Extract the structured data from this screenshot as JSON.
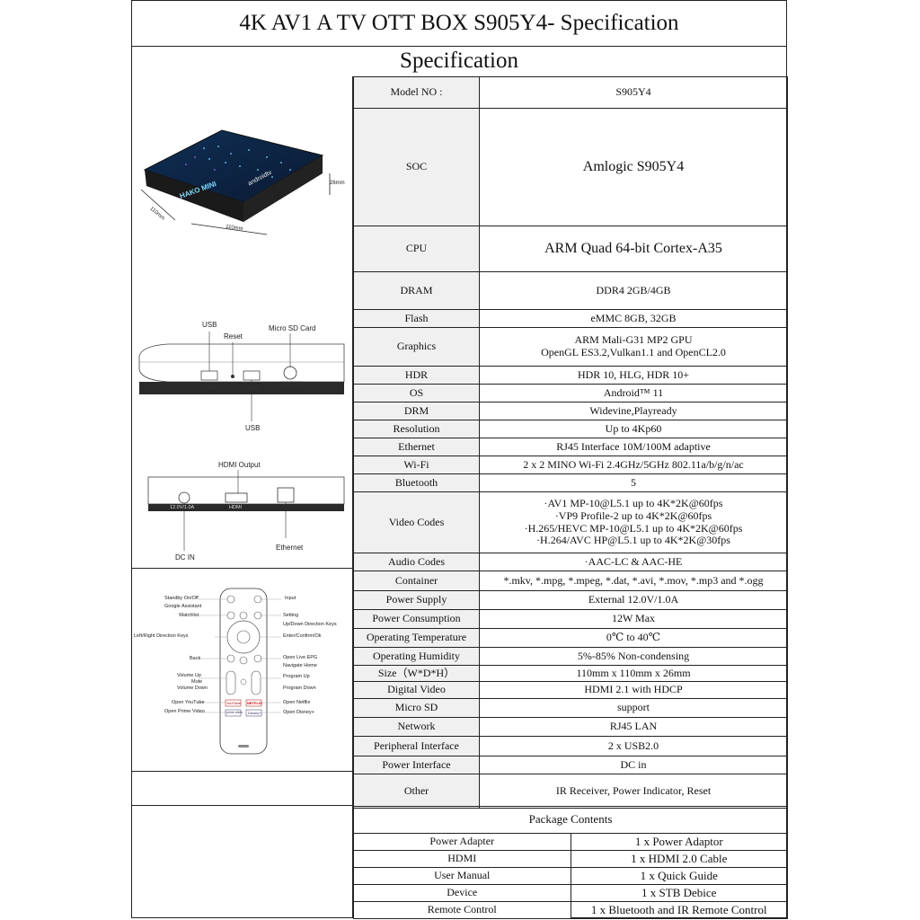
{
  "title": "4K AV1 A TV OTT BOX S905Y4- Specification",
  "subtitle": "Specification",
  "product_image": {
    "brand": "HAKO MINI",
    "logo": "androidtv",
    "dim_height": "26mm",
    "dim_depth": "110mm",
    "dim_width": "110mm"
  },
  "side_panel": {
    "usb_top": "USB",
    "reset": "Reset",
    "micro_sd_card": "Micro SD Card",
    "usb_bottom": "USB",
    "port_usb1": "USB",
    "port_usb2": "USB",
    "port_sd": "Micro SD"
  },
  "back_panel": {
    "hdmi_output": "HDMI Output",
    "dc_in": "DC IN",
    "ethernet": "Ethernet",
    "port_dc": "12.0V/1.0A",
    "port_hdmi": "HDMI"
  },
  "remote": {
    "standby": "Standby On/Off",
    "google_assistant": "Google Assistant",
    "watchlist": "Watchlist",
    "lr_keys": "Left/Right Direction Keys",
    "back": "Back",
    "volume_up": "Volume Up",
    "mute": "Mute",
    "volume_down": "Volume Down",
    "open_youtube": "Open YouTube",
    "open_prime": "Open Prime Video",
    "input": "Input",
    "setting": "Setting",
    "ud_keys": "Up/Down Direction Keys",
    "enter": "Enter/Confirm/Ok",
    "open_epg": "Open Live EPG",
    "navigate_home": "Navigate Home",
    "program_up": "Program Up",
    "program_down": "Program Down",
    "open_netflix": "Open Netflix",
    "open_disney": "Open Disney+",
    "btn_youtube": "YouTube",
    "btn_netflix": "NETFLIX",
    "btn_prime": "prime video",
    "btn_disney": "Disney+"
  },
  "specs": [
    {
      "key": "Model NO :",
      "value": "S905Y4"
    },
    {
      "key": "SOC",
      "value": "Amlogic S905Y4"
    },
    {
      "key": "CPU",
      "value": "ARM Quad 64-bit Cortex-A35"
    },
    {
      "key": "DRAM",
      "value": "DDR4 2GB/4GB"
    },
    {
      "key": "Flash",
      "value": "eMMC 8GB,  32GB"
    },
    {
      "key": "Graphics",
      "value_lines": [
        "ARM Mali-G31 MP2 GPU",
        "OpenGL ES3.2,Vulkan1.1 and OpenCL2.0"
      ]
    },
    {
      "key": "HDR",
      "value": "HDR 10, HLG, HDR 10+"
    },
    {
      "key": "OS",
      "value": "Android™ 11"
    },
    {
      "key": "DRM",
      "value": "Widevine,Playready"
    },
    {
      "key": "Resolution",
      "value": "Up to 4Kp60"
    },
    {
      "key": "Ethernet",
      "value": "RJ45 Interface 10M/100M adaptive"
    },
    {
      "key": "Wi-Fi",
      "value": "2 x 2 MINO Wi-Fi 2.4GHz/5GHz 802.11a/b/g/n/ac"
    },
    {
      "key": "Bluetooth",
      "value": "5"
    },
    {
      "key": "Video Codes",
      "value_lines": [
        "·AV1 MP-10@L5.1 up to 4K*2K@60fps",
        "·VP9 Profile-2 up to 4K*2K@60fps",
        "·H.265/HEVC MP-10@L5.1 up to 4K*2K@60fps",
        "·H.264/AVC HP@L5.1 up to 4K*2K@30fps"
      ]
    },
    {
      "key": "Audio Codes",
      "value": "·AAC-LC & AAC-HE"
    },
    {
      "key": "Container",
      "value": "*.mkv, *.mpg, *.mpeg, *.dat, *.avi, *.mov, *.mp3 and *.ogg"
    },
    {
      "key": "Power Supply",
      "value": "External 12.0V/1.0A"
    },
    {
      "key": "Power Consumption",
      "value": "12W Max"
    },
    {
      "key": "Operating Temperature",
      "value": "0℃ to 40℃"
    },
    {
      "key": "Operating Humidity",
      "value": "5%-85% Non-condensing"
    },
    {
      "key": "Size（W*D*H）",
      "value": "110mm x 110mm x 26mm"
    },
    {
      "key": "Digital Video",
      "value": "HDMI 2.1 with HDCP"
    },
    {
      "key": "Micro SD",
      "value": "support"
    },
    {
      "key": "Network",
      "value": "RJ45 LAN"
    },
    {
      "key": "Peripheral Interface",
      "value": "2 x USB2.0"
    },
    {
      "key": "Power Interface",
      "value": "DC in"
    },
    {
      "key": "Other",
      "value": "IR Receiver, Power Indicator, Reset"
    }
  ],
  "package": {
    "heading": "Package Contents",
    "items": [
      {
        "key": "Power Adapter",
        "value": "1 x Power Adaptor"
      },
      {
        "key": "HDMI",
        "value": "1 x HDMI 2.0 Cable"
      },
      {
        "key": "User Manual",
        "value": "1 x Quick Guide"
      },
      {
        "key": "Device",
        "value": "1 x STB Debice"
      },
      {
        "key": "Remote Control",
        "value": "1 x Bluetooth and IR Remote Control"
      }
    ]
  }
}
